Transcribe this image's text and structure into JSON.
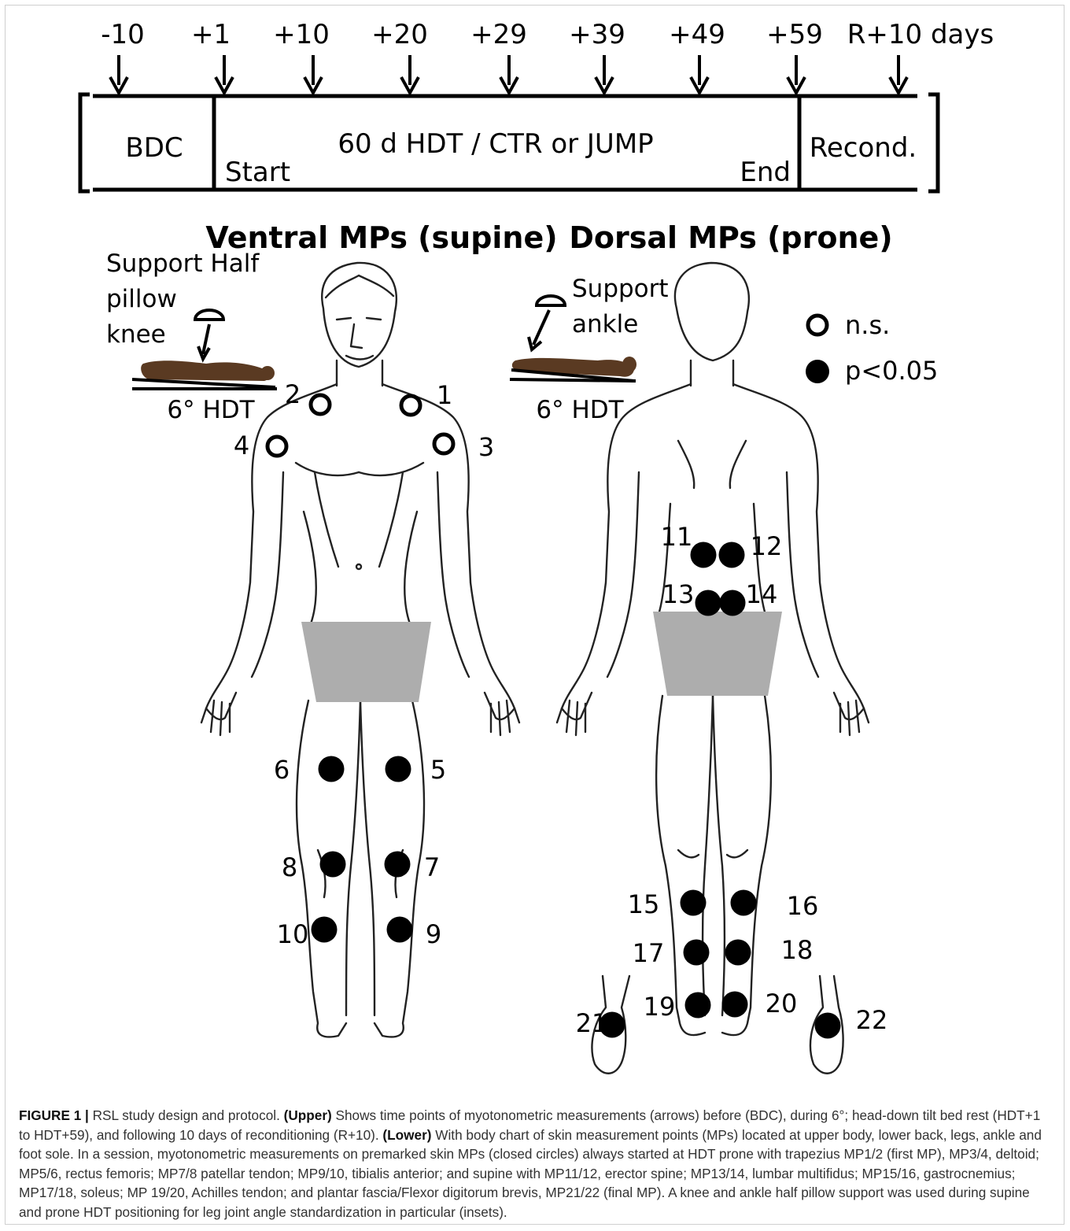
{
  "timeline": {
    "days": [
      "-10",
      "+1",
      "+10",
      "+20",
      "+29",
      "+39",
      "+49",
      "+59",
      "R+10 days"
    ],
    "phases": {
      "bdc": "BDC",
      "hdt": "60 d HDT / CTR or JUMP",
      "start": "Start",
      "end": "End",
      "recond": "Recond."
    }
  },
  "ventral": {
    "title": "Ventral MPs (supine)",
    "support_line1": "Support Half",
    "support_line2": "pillow",
    "support_line3": "knee",
    "hdt_label": "6° HDT"
  },
  "dorsal": {
    "title": "Dorsal  MPs (prone)",
    "support_line1": "Support",
    "support_line2": "ankle",
    "hdt_label": "6° HDT"
  },
  "legend": {
    "open": "n.s.",
    "filled": "p<0.05"
  },
  "points": [
    {
      "label": "1",
      "status": "open"
    },
    {
      "label": "2",
      "status": "open"
    },
    {
      "label": "3",
      "status": "open"
    },
    {
      "label": "4",
      "status": "open"
    },
    {
      "label": "5",
      "status": "filled"
    },
    {
      "label": "6",
      "status": "filled"
    },
    {
      "label": "7",
      "status": "filled"
    },
    {
      "label": "8",
      "status": "filled"
    },
    {
      "label": "9",
      "status": "filled"
    },
    {
      "label": "10",
      "status": "filled"
    },
    {
      "label": "11",
      "status": "filled"
    },
    {
      "label": "12",
      "status": "filled"
    },
    {
      "label": "13",
      "status": "filled"
    },
    {
      "label": "14",
      "status": "filled"
    },
    {
      "label": "15",
      "status": "filled"
    },
    {
      "label": "16",
      "status": "filled"
    },
    {
      "label": "17",
      "status": "filled"
    },
    {
      "label": "18",
      "status": "filled"
    },
    {
      "label": "19",
      "status": "filled"
    },
    {
      "label": "20",
      "status": "filled"
    },
    {
      "label": "21",
      "status": "filled"
    },
    {
      "label": "22",
      "status": "filled"
    }
  ],
  "caption": {
    "figure_label": "FIGURE 1 |",
    "t1": " RSL study design and protocol. ",
    "upper": "(Upper)",
    "t2": " Shows time points of myotonometric measurements (arrows) before (BDC), during 6°; head-down tilt bed rest (HDT+1 to HDT+59), and following 10 days of reconditioning (R+10). ",
    "lower": "(Lower)",
    "t3": " With body chart of skin measurement points (MPs) located at upper body, lower back, legs, ankle and foot sole. In a session, myotonometric measurements on premarked skin MPs (closed circles) always started at HDT prone with trapezius MP1/2 (first MP), MP3/4, deltoid; MP5/6, rectus femoris; MP7/8 patellar tendon; MP9/10, tibialis anterior; and supine with MP11/12, erector spine; MP13/14, lumbar multifidus; MP15/16, gastrocnemius; MP17/18, soleus; MP 19/20, Achilles tendon; and plantar fascia/Flexor digitorum brevis, MP21/22 (final MP). A knee and ankle half pillow support was used during supine and prone HDT positioning for leg joint angle standardization in particular (insets)."
  }
}
